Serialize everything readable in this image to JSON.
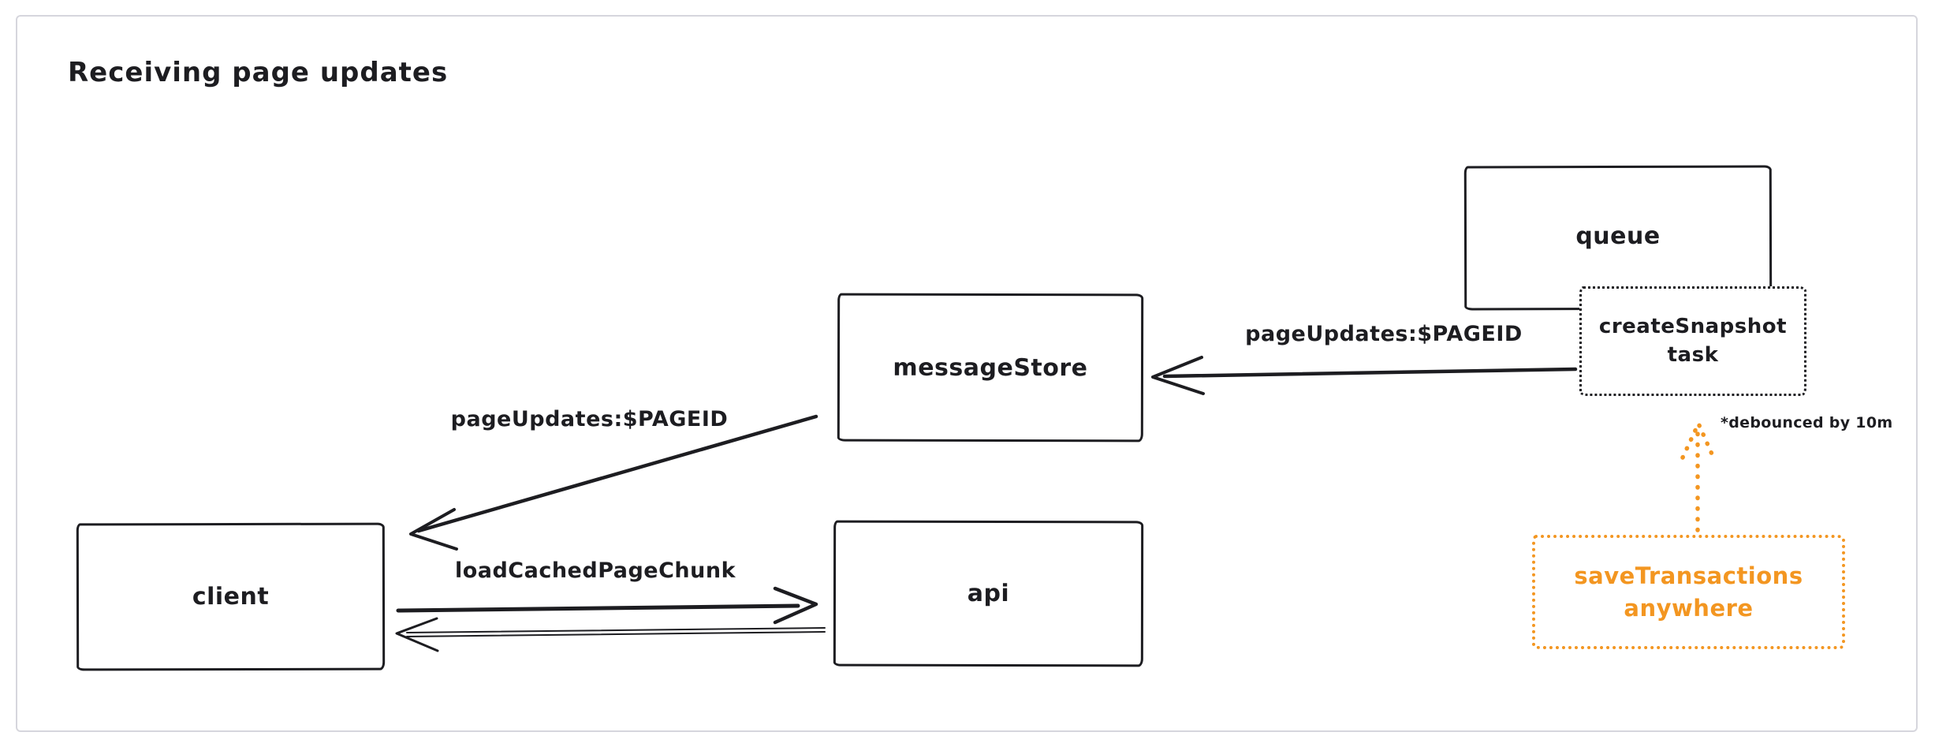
{
  "title": "Receiving page updates",
  "nodes": {
    "queue": {
      "label": "queue"
    },
    "create_snapshot_task": {
      "label": "createSnapshot task"
    },
    "message_store": {
      "label": "messageStore"
    },
    "client": {
      "label": "client"
    },
    "api": {
      "label": "api"
    },
    "save_transactions": {
      "label": "saveTransactions anywhere"
    }
  },
  "edges": {
    "task_to_message_store": {
      "label": "pageUpdates:$PAGEID"
    },
    "message_store_to_client": {
      "label": "pageUpdates:$PAGEID"
    },
    "client_to_api": {
      "label": "loadCachedPageChunk"
    }
  },
  "annotations": {
    "debounced_note": "*debounced by 10m"
  },
  "colors": {
    "ink": "#1d1d21",
    "accent_orange": "#f39621",
    "frame_border": "#d6d6dd",
    "background": "#ffffff"
  }
}
